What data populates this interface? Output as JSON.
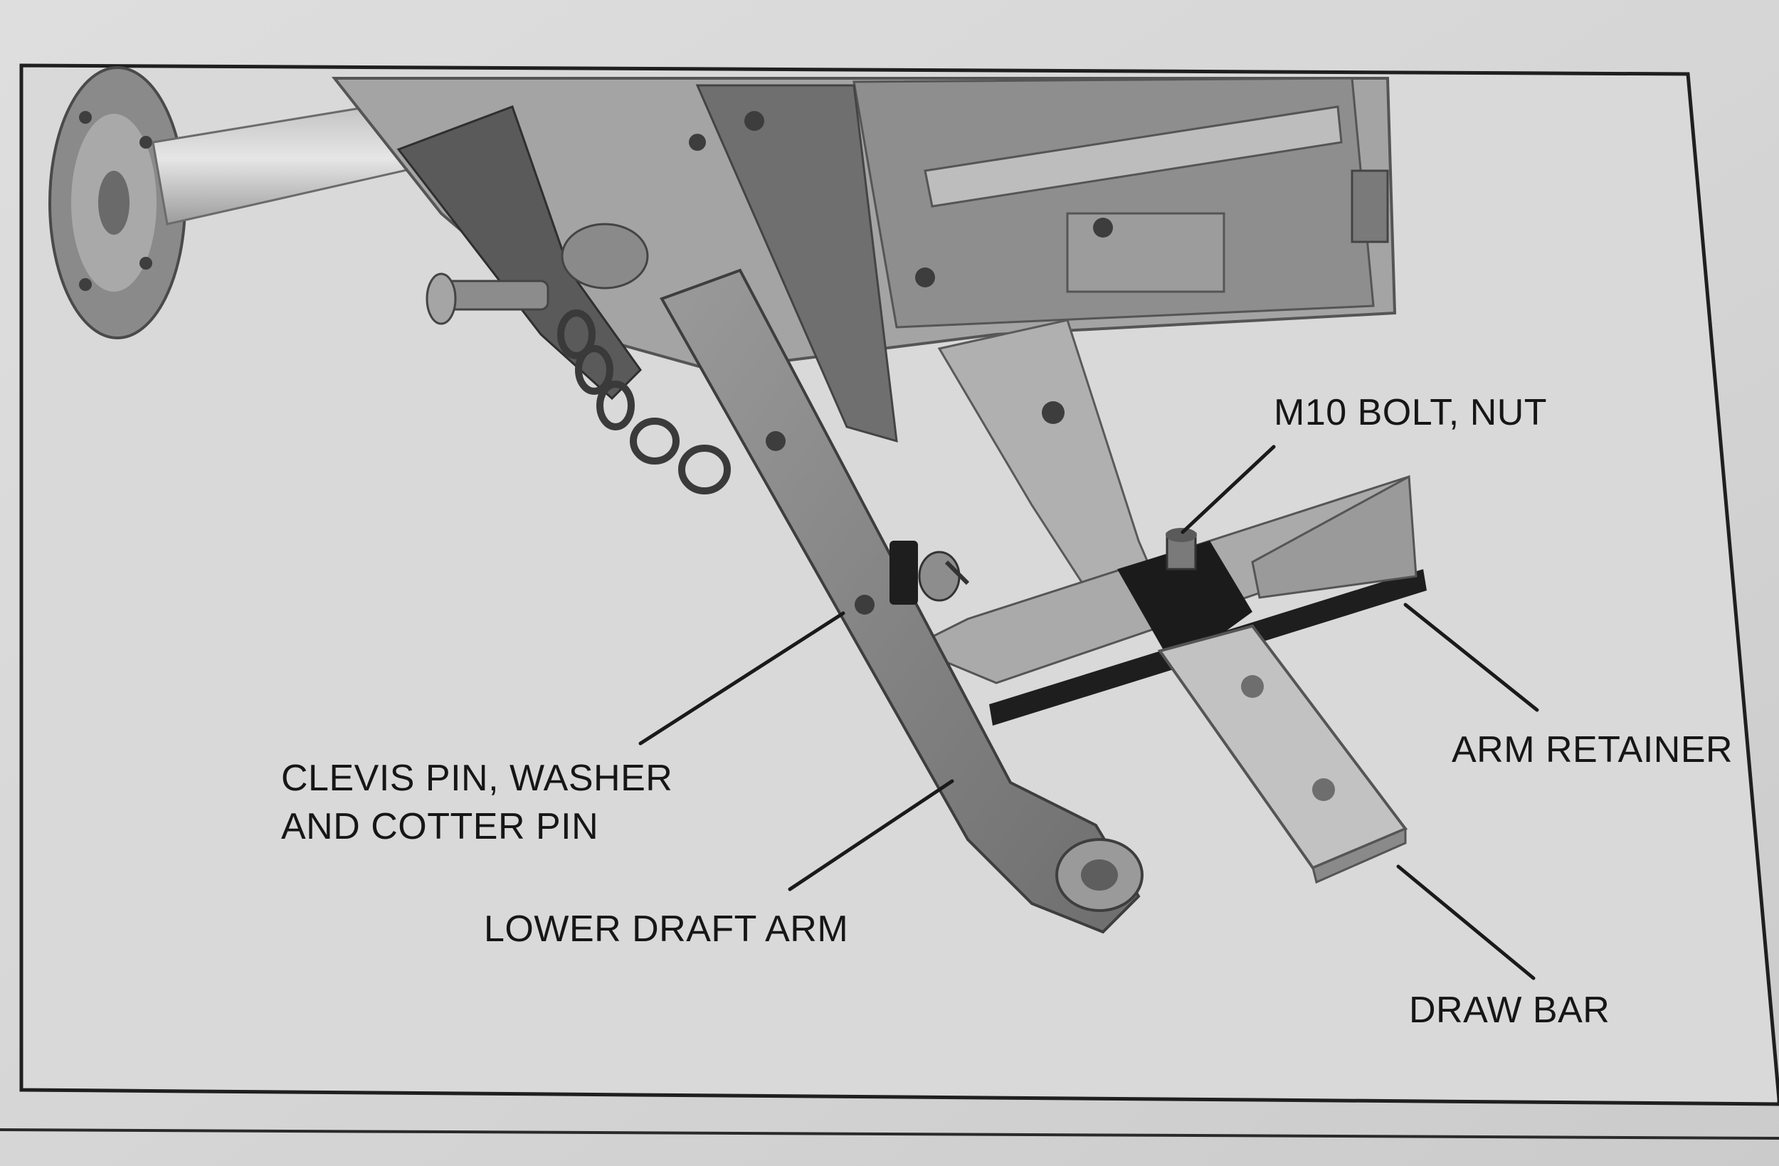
{
  "labels": {
    "m10_bolt": "M10 BOLT, NUT",
    "arm_retainer": "ARM RETAINER",
    "clevis_line1": "CLEVIS PIN, WASHER",
    "clevis_line2": "AND COTTER PIN",
    "lower_draft_arm": "LOWER DRAFT ARM",
    "draw_bar": "DRAW BAR"
  }
}
